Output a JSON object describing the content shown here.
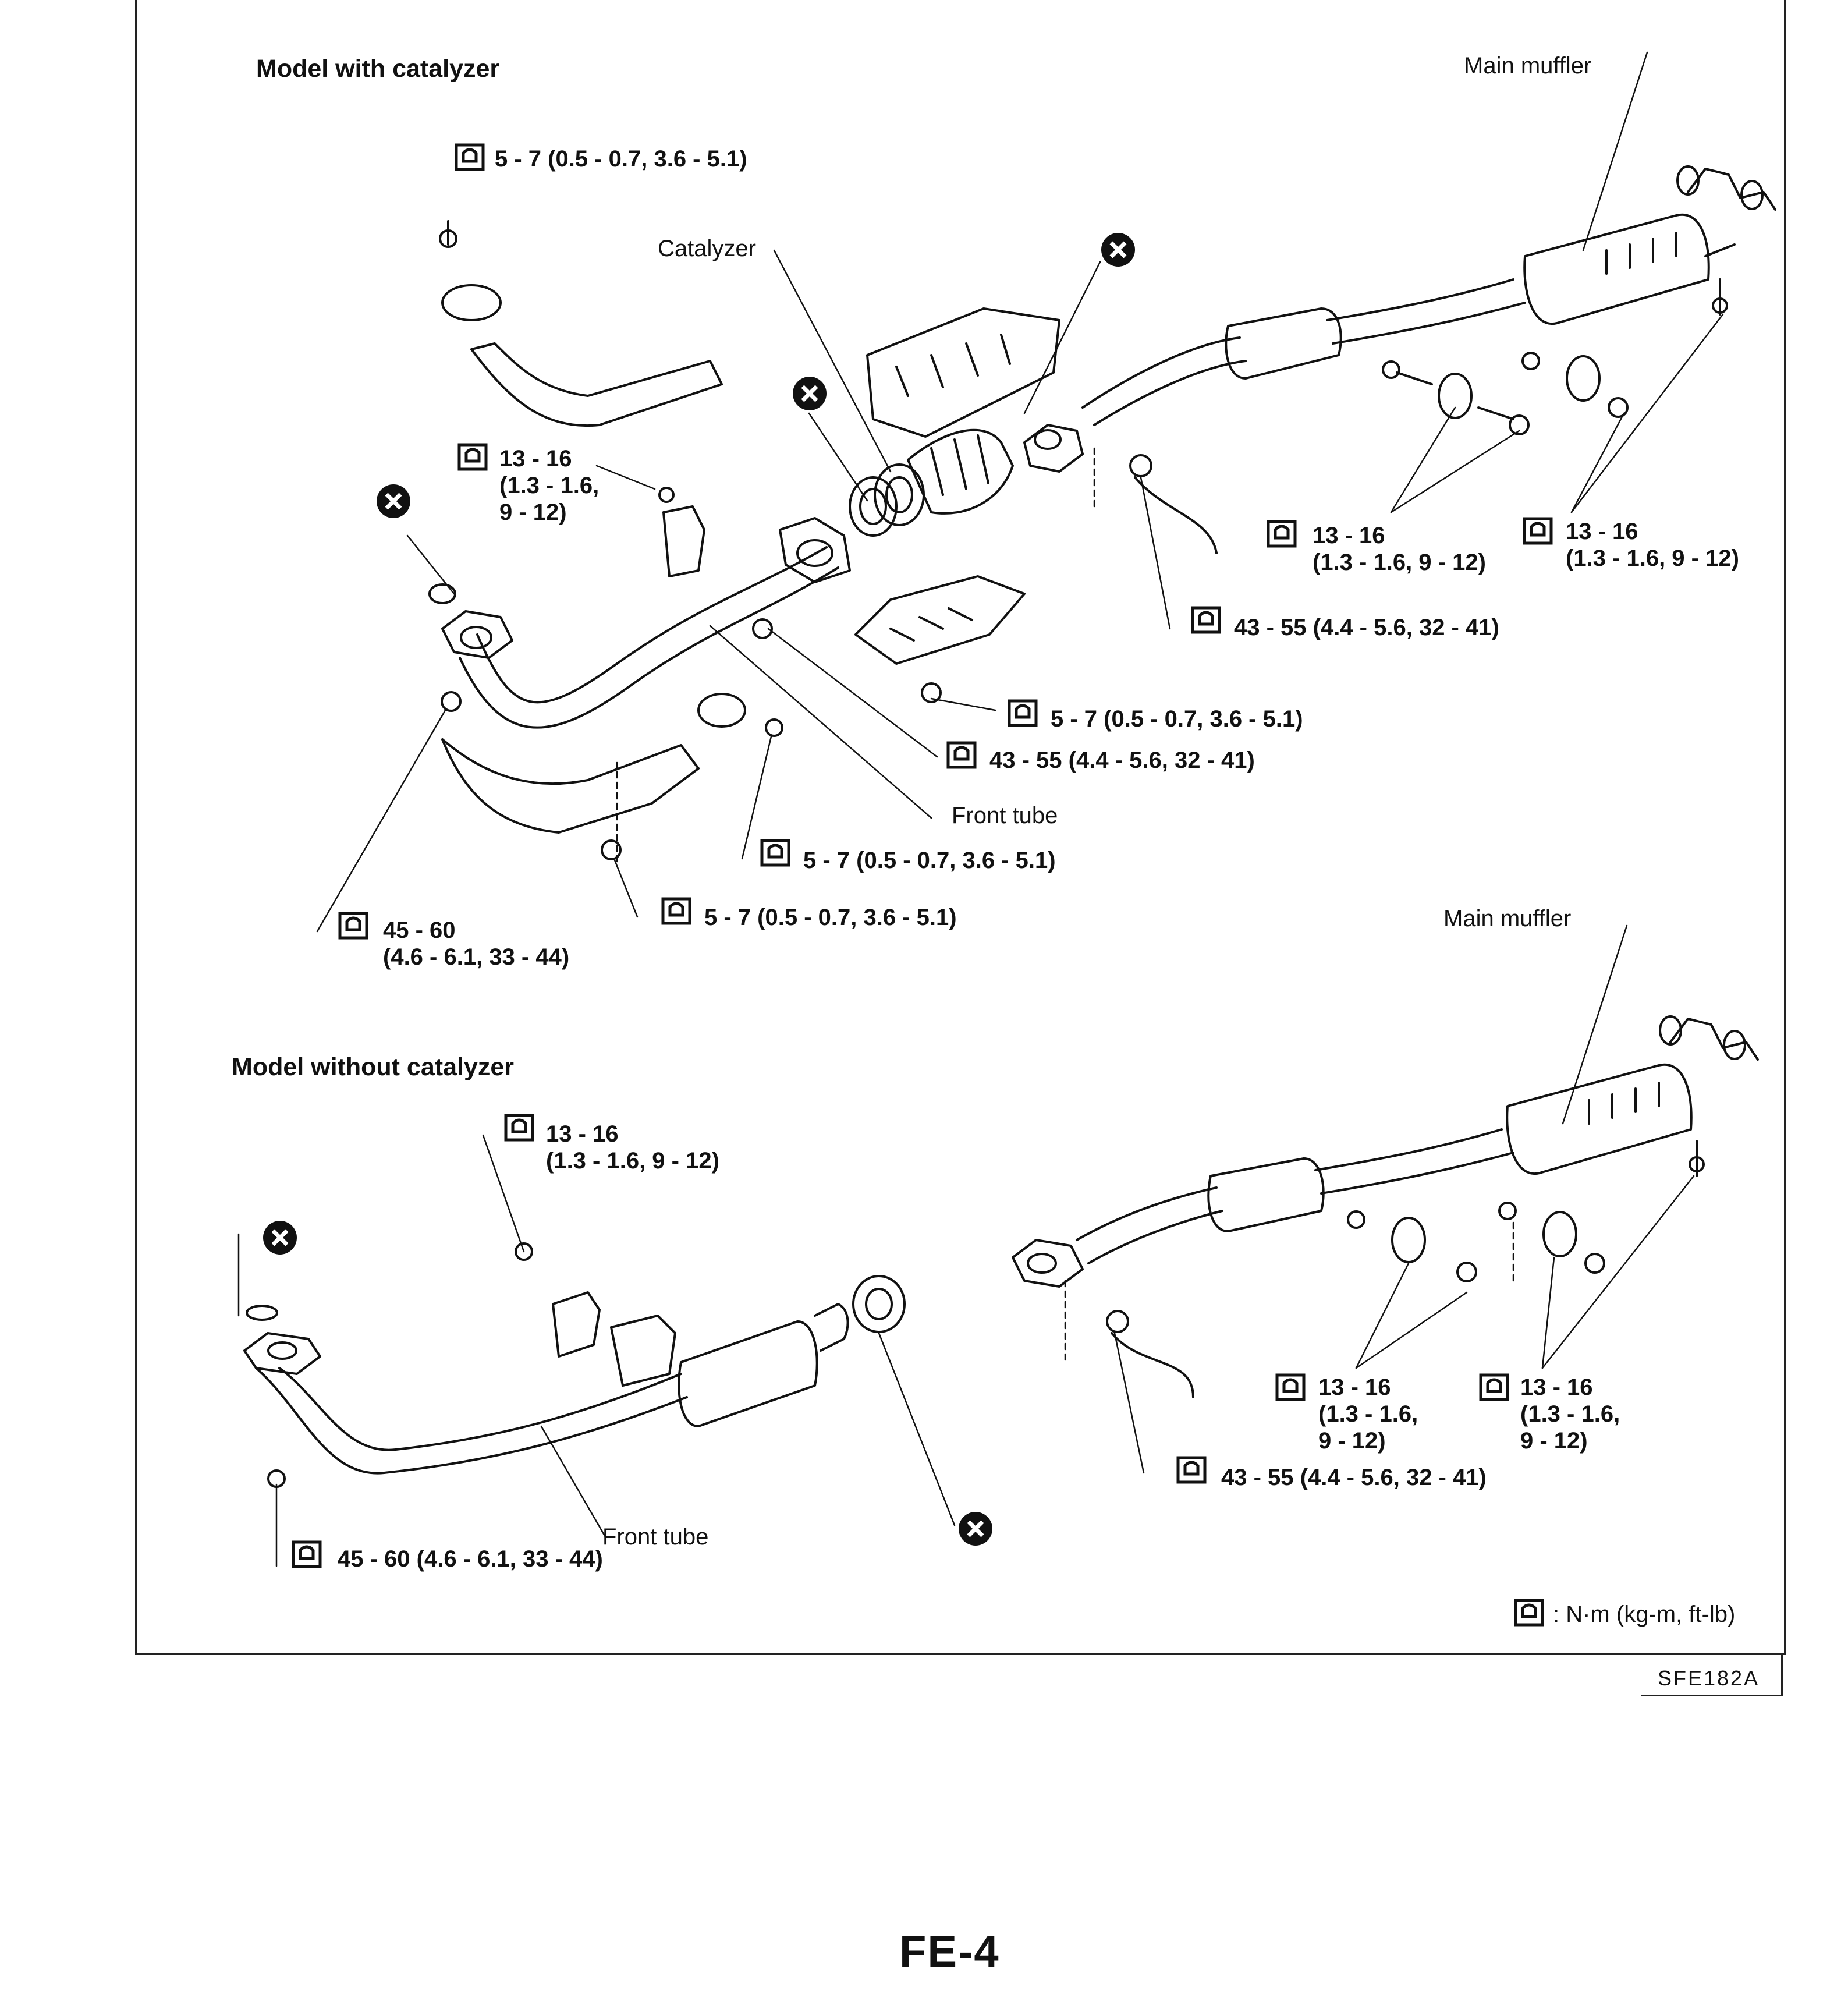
{
  "colors": {
    "ink": "#111111",
    "paper": "#ffffff"
  },
  "icons": {
    "torque": "torque-wrench-icon",
    "no_reuse": "do-not-reuse-icon"
  },
  "upper": {
    "heading": "Model with catalyzer",
    "labels": {
      "main_muffler": "Main muffler",
      "catalyzer": "Catalyzer",
      "front_tube": "Front tube"
    },
    "torques": {
      "clamp_top": "5 - 7 (0.5 - 0.7, 3.6 - 5.1)",
      "bracket_bolt": "13 - 16\n(1.3 - 1.6,\n9 - 12)",
      "mount_center": "13 - 16\n(1.3 - 1.6, 9 - 12)",
      "mount_right": "13 - 16\n(1.3 - 1.6, 9 - 12)",
      "sensor": "43 - 55 (4.4 - 5.6, 32 - 41)",
      "lower_cover": "5 - 7 (0.5 - 0.7, 3.6 - 5.1)",
      "front_flange": "43 - 55 (4.4 - 5.6, 32 - 41)",
      "clamp_lower": "5 - 7 (0.5 - 0.7, 3.6 - 5.1)",
      "shield_lower": "5 - 7 (0.5 - 0.7, 3.6 - 5.1)",
      "manifold_nut": "45 - 60\n(4.6 - 6.1, 33 - 44)"
    }
  },
  "lower": {
    "heading": "Model without catalyzer",
    "labels": {
      "main_muffler": "Main muffler",
      "front_tube": "Front tube"
    },
    "torques": {
      "bracket_bolt": "13 - 16\n(1.3 - 1.6, 9 - 12)",
      "mount_center": "13 - 16\n(1.3 - 1.6,\n9 - 12)",
      "mount_right": "13 - 16\n(1.3 - 1.6,\n9 - 12)",
      "sensor": "43 - 55 (4.4 - 5.6, 32 - 41)",
      "manifold_nut": "45 - 60 (4.6 - 6.1, 33 - 44)"
    }
  },
  "legend": {
    "unit": ": N·m (kg-m, ft-lb)"
  },
  "figure_code": "SFE182A",
  "page_number": "FE-4"
}
